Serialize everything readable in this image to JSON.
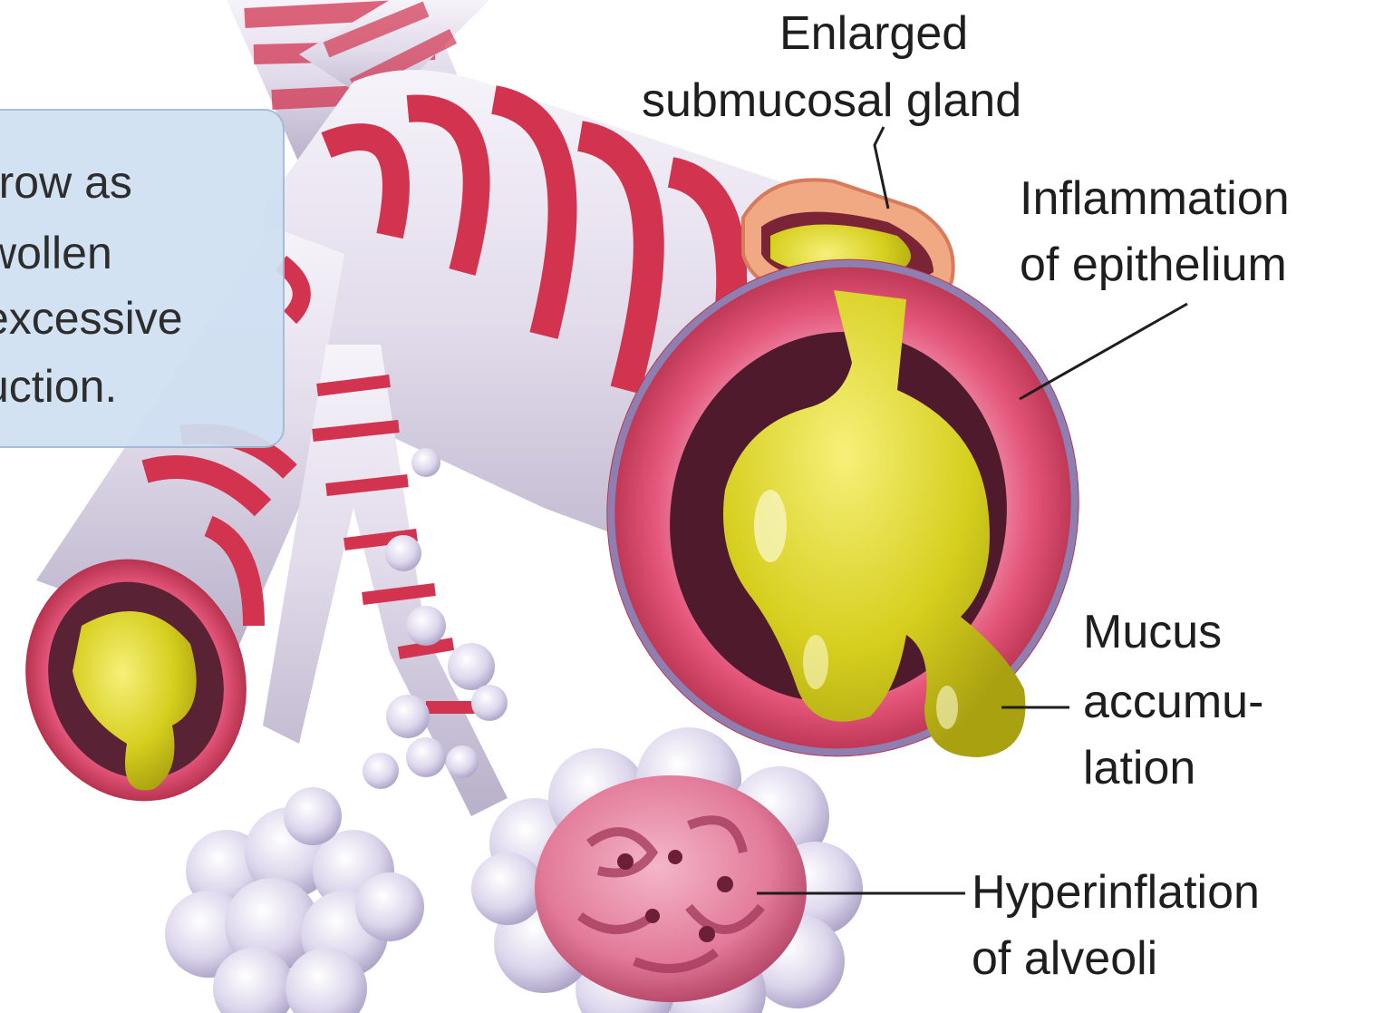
{
  "caption_lines": [
    "rrow as",
    "wollen",
    "excessive",
    "uction."
  ],
  "labels": {
    "gland": [
      "Enlarged",
      "submucosal gland"
    ],
    "inflammation": [
      "Inflammation",
      "of epithelium"
    ],
    "mucus": [
      "Mucus",
      "accumu-",
      "lation"
    ],
    "hyperinflation": [
      "Hyperinflation",
      "of alveoli"
    ]
  },
  "colors": {
    "airway_wall": "#e8e4f0",
    "muscle_band": "#d2334f",
    "epithelium": "#e4557a",
    "mucus": "#d8d21a",
    "alveoli": "#dcd6ec",
    "alveoli_inflamed": "#e98aa6",
    "caption_bg": "#cfe0f2"
  }
}
